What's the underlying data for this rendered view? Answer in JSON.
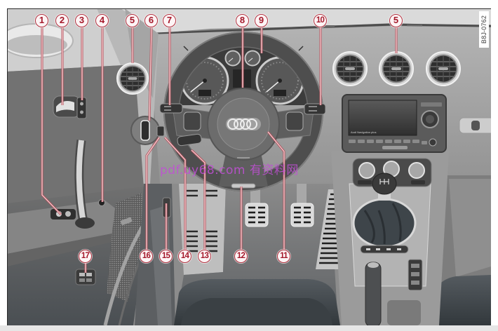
{
  "figure": {
    "figure_code": "B8J-0762",
    "watermark": "pdf.uy68.com 有资料网",
    "nav_display_label": "Audi Navigation plus",
    "callouts_top": [
      "1",
      "2",
      "3",
      "4",
      "5",
      "6",
      "7",
      "8",
      "9",
      "10",
      "5"
    ],
    "callouts_bottom": [
      "16",
      "15",
      "14",
      "13",
      "12",
      "11"
    ],
    "callout_lower_door": "17"
  },
  "colors": {
    "callout-stroke": "#b0303f",
    "callout-text": "#a4182a",
    "watermark": "#c24fd6"
  }
}
